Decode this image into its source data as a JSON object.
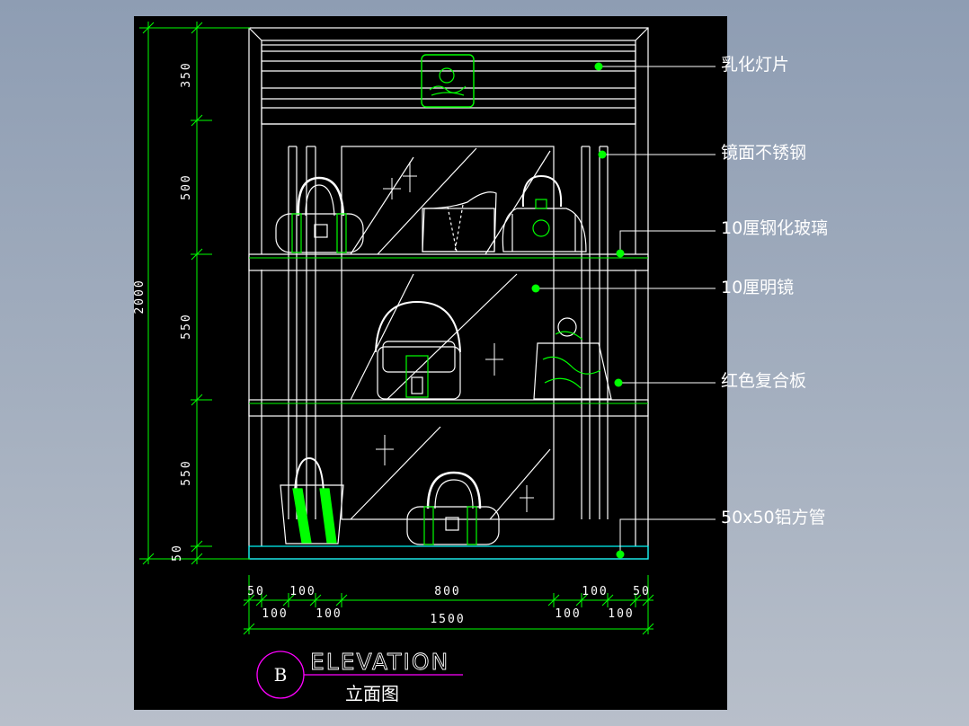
{
  "colors": {
    "canvas": "#000000",
    "frame": "#ffffff",
    "dimension": "#00ff00",
    "accent_green": "#00ff00",
    "glass": "#00ffff",
    "tag_circle": "#ff00ff"
  },
  "dimensions": {
    "vertical_total": "2000",
    "vertical": [
      "350",
      "500",
      "550",
      "550",
      "50"
    ],
    "horizontal_top": [
      "50",
      "100",
      "800",
      "100",
      "50"
    ],
    "horizontal_bottom": [
      "100",
      "100",
      "100",
      "100"
    ],
    "horizontal_total": "1500"
  },
  "callouts": [
    "乳化灯片",
    "镜面不锈钢",
    "10厘钢化玻璃",
    "10厘明镜",
    "红色复合板",
    "50x50铝方管"
  ],
  "title": {
    "tag": "B",
    "english": "ELEVATION",
    "chinese": "立面图"
  }
}
